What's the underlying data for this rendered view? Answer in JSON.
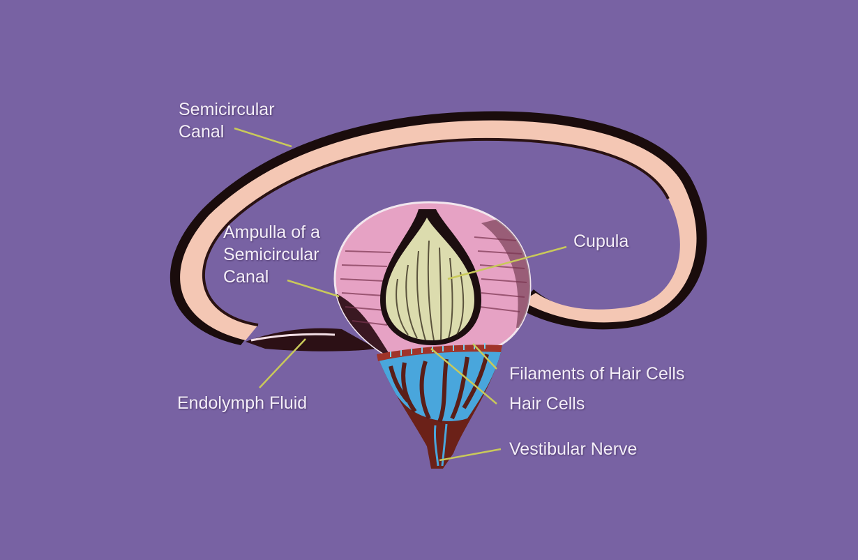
{
  "colors": {
    "background": "#7862a3",
    "canal_fill": "#f4c7b4",
    "canal_shadow": "#1a0c0c",
    "ampulla_fill": "#e6a2c4",
    "ampulla_dark": "#3a1822",
    "cupula_fill": "#dcdcae",
    "hair_cells": "#49a6dc",
    "nerve": "#6b2118",
    "crista": "#a0342a",
    "leader_line": "#c9c95a",
    "label_text": "#f4eef8"
  },
  "labels": {
    "semicircular_canal": "Semicircular\nCanal",
    "ampulla": "Ampulla of a\nSemicircular\nCanal",
    "cupula": "Cupula",
    "endolymph": "Endolymph Fluid",
    "filaments": "Filaments of Hair Cells",
    "hair_cells": "Hair Cells",
    "vestibular_nerve": "Vestibular Nerve"
  }
}
